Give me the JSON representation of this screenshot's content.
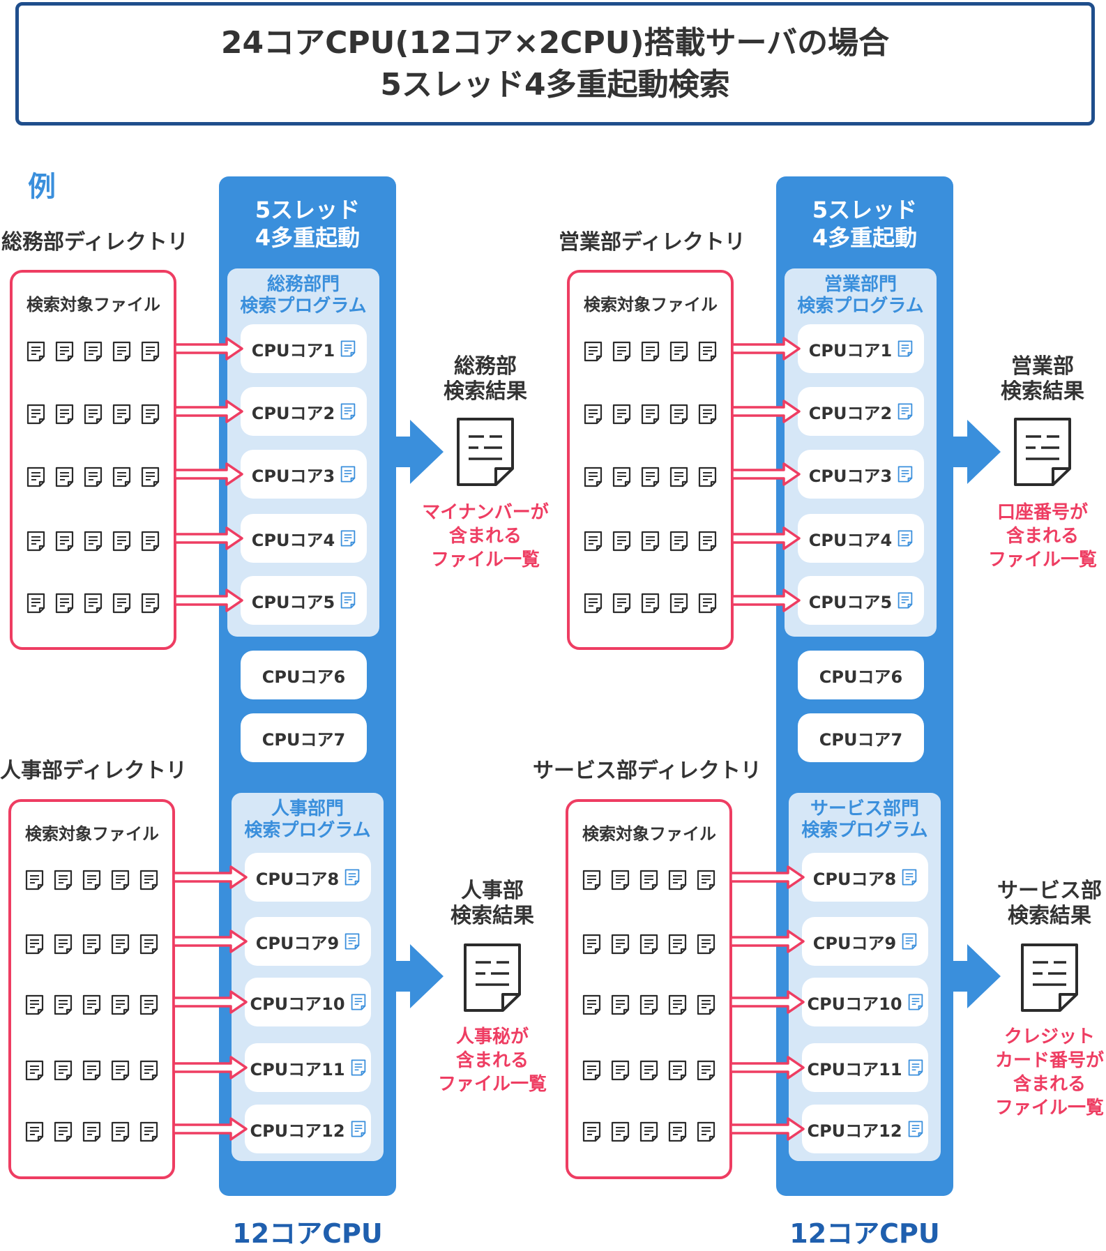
{
  "header": {
    "title_line1": "24コアCPU(12コア×2CPU)搭載サーバの場合",
    "title_line2": "5スレッド4多重起動検索"
  },
  "example_label": "例",
  "file_box_title": "検索対象ファイル",
  "columns": [
    {
      "head_line1": "5スレッド",
      "head_line2": "4多重起動",
      "footer": "12コアCPU",
      "idle_cores": [
        "CPUコア6",
        "CPUコア7"
      ]
    },
    {
      "head_line1": "5スレッド",
      "head_line2": "4多重起動",
      "footer": "12コアCPU",
      "idle_cores": [
        "CPUコア6",
        "CPUコア7"
      ]
    }
  ],
  "groups": [
    {
      "directory": "総務部ディレクトリ",
      "program_line1": "総務部門",
      "program_line2": "検索プログラム",
      "cores": [
        "CPUコア1",
        "CPUコア2",
        "CPUコア3",
        "CPUコア4",
        "CPUコア5"
      ],
      "result_line1": "総務部",
      "result_line2": "検索結果",
      "note": [
        "マイナンバーが",
        "含まれる",
        "ファイル一覧"
      ]
    },
    {
      "directory": "営業部ディレクトリ",
      "program_line1": "営業部門",
      "program_line2": "検索プログラム",
      "cores": [
        "CPUコア1",
        "CPUコア2",
        "CPUコア3",
        "CPUコア4",
        "CPUコア5"
      ],
      "result_line1": "営業部",
      "result_line2": "検索結果",
      "note": [
        "口座番号が",
        "含まれる",
        "ファイル一覧"
      ]
    },
    {
      "directory": "人事部ディレクトリ",
      "program_line1": "人事部門",
      "program_line2": "検索プログラム",
      "cores": [
        "CPUコア8",
        "CPUコア9",
        "CPUコア10",
        "CPUコア11",
        "CPUコア12"
      ],
      "result_line1": "人事部",
      "result_line2": "検索結果",
      "note": [
        "人事秘が",
        "含まれる",
        "ファイル一覧"
      ]
    },
    {
      "directory": "サービス部ディレクトリ",
      "program_line1": "サービス部門",
      "program_line2": "検索プログラム",
      "cores": [
        "CPUコア8",
        "CPUコア9",
        "CPUコア10",
        "CPUコア11",
        "CPUコア12"
      ],
      "result_line1": "サービス部",
      "result_line2": "検索結果",
      "note": [
        "クレジット",
        "カード番号が",
        "含まれる",
        "ファイル一覧"
      ]
    }
  ],
  "colors": {
    "blue": "#3a8fdc",
    "dark_blue": "#1f4e8c",
    "light_blue": "#d6e7f7",
    "pink": "#ee3d62"
  }
}
